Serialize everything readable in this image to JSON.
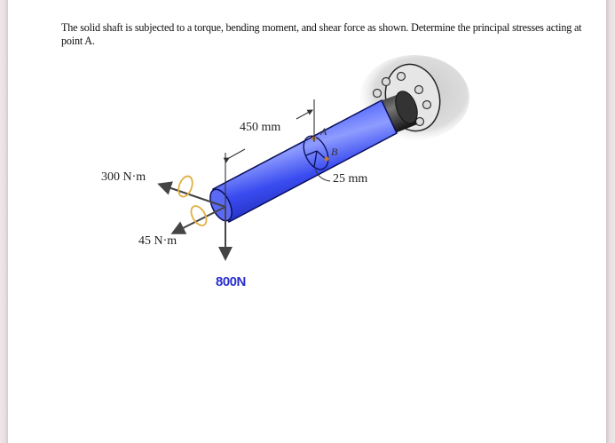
{
  "problem": {
    "text": "The solid shaft is subjected to a torque, bending moment, and shear force as shown. Determine the principal stresses acting at point A."
  },
  "figure": {
    "dimension_length": "450 mm",
    "dimension_radius": "25 mm",
    "moment_torque": "300 N·m",
    "moment_bending": "45 N·m",
    "shear_force": "800N",
    "point_a": "A",
    "point_b": "B",
    "colors": {
      "shaft": "#2f3fe0",
      "force_label": "#2a2fd0",
      "moment_arrow": "#e0b040",
      "wall_support": "#c8c8c8"
    }
  }
}
